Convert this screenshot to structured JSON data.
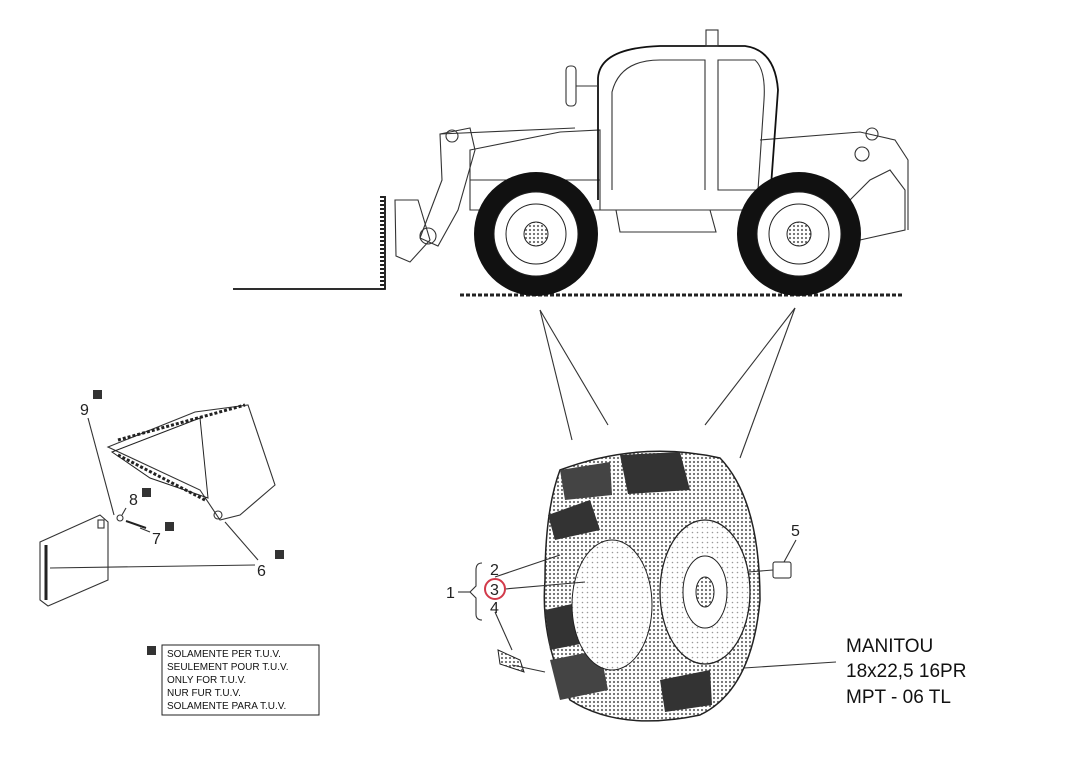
{
  "callouts": {
    "c1": "1",
    "c2": "2",
    "c3": "3",
    "c4": "4",
    "c5": "5",
    "c6": "6",
    "c7": "7",
    "c8": "8",
    "c9": "9"
  },
  "tire_spec": {
    "brand": "MANITOU",
    "size": "18x22,5 16PR",
    "model": "MPT - 06 TL"
  },
  "tuv_note": [
    "SOLAMENTE PER T.U.V.",
    "SEULEMENT POUR T.U.V.",
    "ONLY FOR T.U.V.",
    "NUR FUR T.U.V.",
    "SOLAMENTE PARA T.U.V."
  ],
  "colors": {
    "line": "#222222",
    "highlight": "#d23a4a",
    "tread": "#555555"
  }
}
